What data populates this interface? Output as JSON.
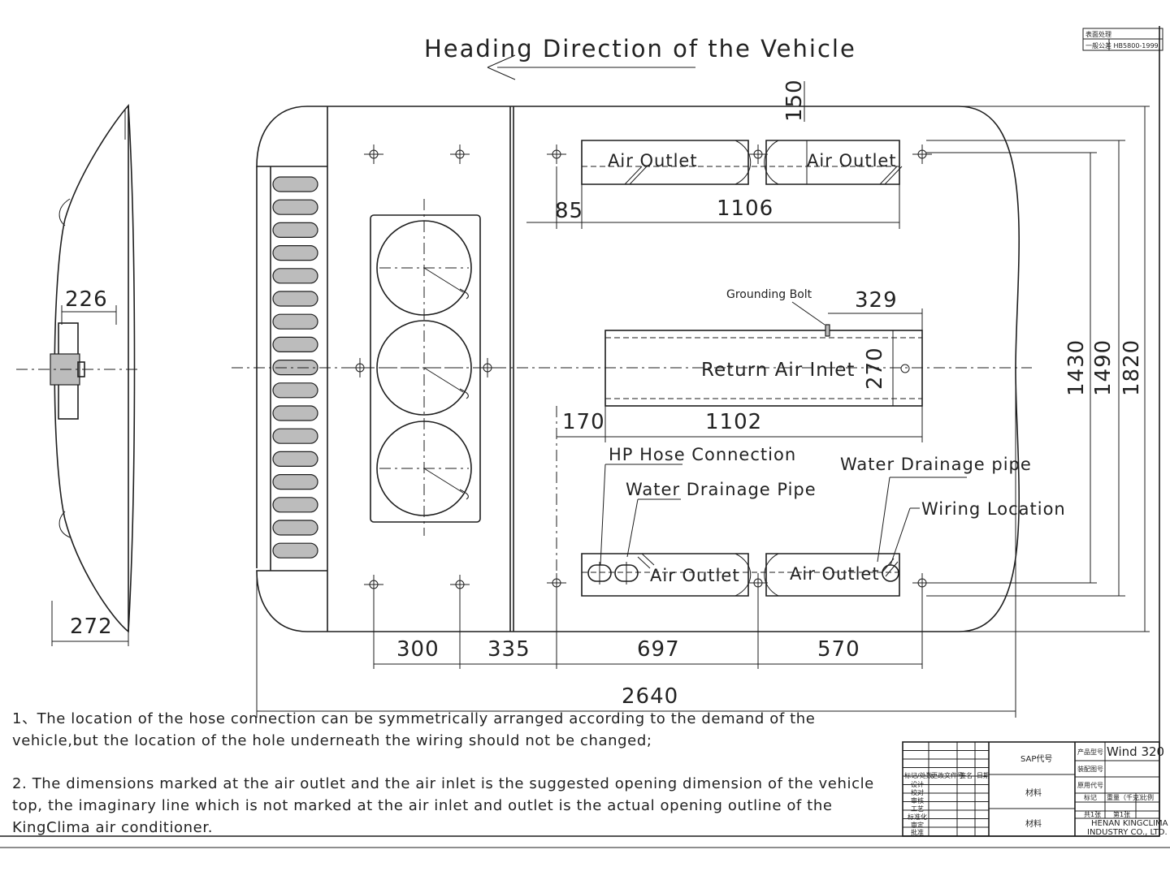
{
  "title": "Heading Direction of the Vehicle",
  "labels": {
    "air_outlet": "Air Outlet",
    "return_air_inlet": "Return Air Inlet",
    "grounding_bolt": "Grounding Bolt",
    "hp_hose": "HP Hose Connection",
    "water_drainage_pipe_lower": "Water Drainage Pipe",
    "water_drainage_pipe_right": "Water Drainage pipe",
    "wiring_location": "Wiring Location"
  },
  "dimensions": {
    "d150": "150",
    "d85": "85",
    "d1106": "1106",
    "d329": "329",
    "d270": "270",
    "d170": "170",
    "d1102": "1102",
    "d226": "226",
    "d272": "272",
    "d1430": "1430",
    "d1490": "1490",
    "d1820": "1820",
    "d300": "300",
    "d335": "335",
    "d697": "697",
    "d570": "570",
    "d2640": "2640"
  },
  "notes": [
    "1、The location of the hose connection can be symmetrically arranged according to the demand of the vehicle,but the location of the hole underneath the wiring should not be changed;",
    "2. The dimensions marked at the air outlet and the air inlet is the suggested opening dimension of the vehicle top, the imaginary line which is not marked at the air inlet and outlet is the actual opening outline of the KingClima air conditioner."
  ],
  "title_block": {
    "product_model_label": "产品型号",
    "product_model": "Wind 320",
    "sap_label": "SAP代号",
    "assembly_label": "装配图号",
    "part_code_label": "原用代号",
    "material_label": "材料",
    "mark_label": "标记",
    "weight_label": "重量（千克）",
    "scale_label": "比例",
    "sheet_total": "共1张",
    "sheet_no": "第1张",
    "company_line1": "HENAN KINGCLIMA",
    "company_line2": "INDUSTRY CO., LTD.",
    "roles": [
      "标记/处数",
      "更改文件号",
      "签名",
      "日期",
      "设计",
      "校对",
      "审核",
      "工艺",
      "标准化",
      "审定",
      "批准"
    ],
    "corner_line1": "表面处理",
    "corner_line2": "一般公差 HB5800-1999"
  }
}
